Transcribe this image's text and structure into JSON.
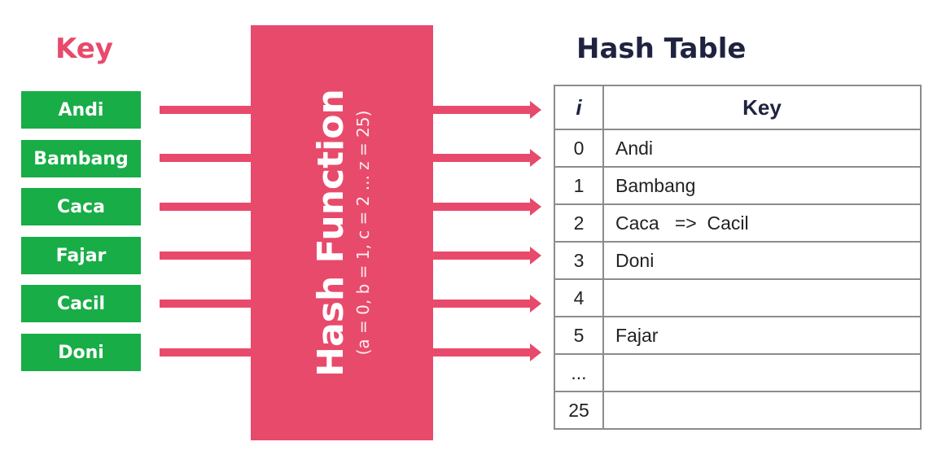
{
  "keys_title": "Key",
  "keys": [
    "Andi",
    "Bambang",
    "Caca",
    "Fajar",
    "Cacil",
    "Doni"
  ],
  "hash_function": {
    "title": "Hash Function",
    "formula": "(a = 0, b = 1, c = 2 ... z = 25)"
  },
  "table_title": "Hash Table",
  "table": {
    "headers": {
      "index": "i",
      "key": "Key"
    },
    "rows": [
      {
        "index": "0",
        "key": "Andi"
      },
      {
        "index": "1",
        "key": "Bambang"
      },
      {
        "index": "2",
        "key": "Caca   =>  Cacil"
      },
      {
        "index": "3",
        "key": "Doni"
      },
      {
        "index": "4",
        "key": ""
      },
      {
        "index": "5",
        "key": "Fajar"
      },
      {
        "index": "...",
        "key": ""
      },
      {
        "index": "25",
        "key": ""
      }
    ]
  },
  "colors": {
    "key_box": "#18ad46",
    "hash_box": "#e84a6b",
    "arrow": "#e84a6b",
    "title_key": "#e84a6b",
    "title_table": "#1f2340"
  }
}
